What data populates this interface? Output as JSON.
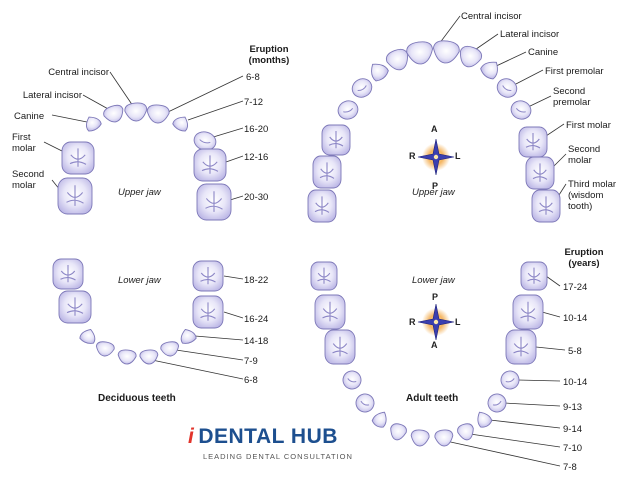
{
  "deciduous": {
    "eruption_header": "Eruption (months)",
    "upper_jaw_caption": "Upper jaw",
    "lower_jaw_caption": "Lower jaw",
    "section_title": "Deciduous teeth",
    "upper_teeth": [
      {
        "name": "Central incisor",
        "eruption": "6-8"
      },
      {
        "name": "Lateral incisor",
        "eruption": "7-12"
      },
      {
        "name": "Canine",
        "eruption": "16-20"
      },
      {
        "name": "First molar",
        "eruption": "12-16"
      },
      {
        "name": "Second molar",
        "eruption": "20-30"
      }
    ],
    "lower_eruption": [
      "18-22",
      "16-24",
      "14-18",
      "7-9",
      "6-8"
    ]
  },
  "adult": {
    "eruption_header": "Eruption (years)",
    "upper_jaw_caption": "Upper jaw",
    "lower_jaw_caption": "Lower jaw",
    "section_title": "Adult teeth",
    "upper_teeth": [
      "Central incisor",
      "Lateral incisor",
      "Canine",
      "First premolar",
      "Second premolar",
      "First molar",
      "Second molar",
      "Third molar (wisdom tooth)"
    ],
    "lower_eruption": [
      "17-24",
      "10-14",
      "5-8",
      "10-14",
      "9-13",
      "9-14",
      "7-10",
      "7-8"
    ]
  },
  "compass": {
    "top": "A",
    "bottom": "P",
    "left": "R",
    "right": "L",
    "lower_top": "P",
    "lower_bottom": "A"
  },
  "brand": {
    "mark": "i",
    "name": "DENTAL HUB",
    "tagline": "LEADING DENTAL CONSULTATION"
  },
  "colors": {
    "tooth_fill": "#e4e2f6",
    "tooth_stroke": "#7d78b8",
    "brand_blue": "#1d4f8f",
    "brand_red": "#e2342b",
    "compass_blue": "#3b3fb0",
    "compass_glow": "#f2a33a"
  }
}
